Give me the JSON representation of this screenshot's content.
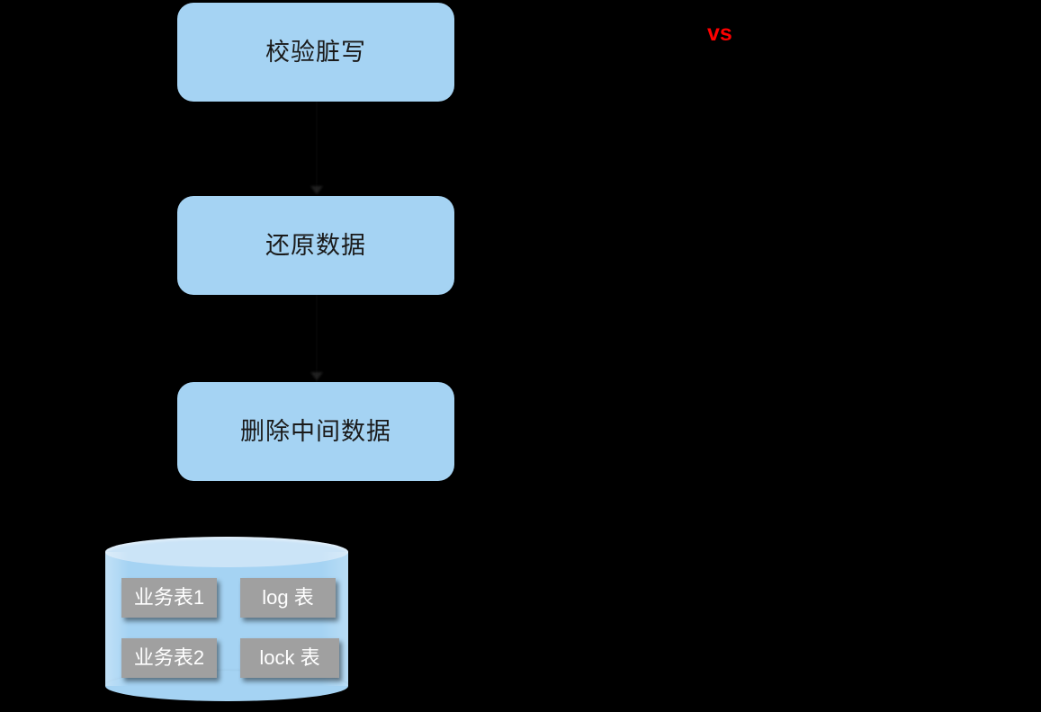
{
  "diagram": {
    "background_color": "#000000",
    "box_fill_color": "#A5D3F3",
    "cylinder_top_color": "#CBE4F7",
    "table_chip_color": "#A0A0A0",
    "vs_color": "#FF0000",
    "process_steps": [
      {
        "label": "校验脏写"
      },
      {
        "label": "还原数据"
      },
      {
        "label": "删除中间数据"
      }
    ],
    "comparison": {
      "label": "vs"
    },
    "database": {
      "tables": [
        {
          "label": "业务表1"
        },
        {
          "label": "log 表"
        },
        {
          "label": "业务表2"
        },
        {
          "label": "lock 表"
        }
      ]
    }
  }
}
